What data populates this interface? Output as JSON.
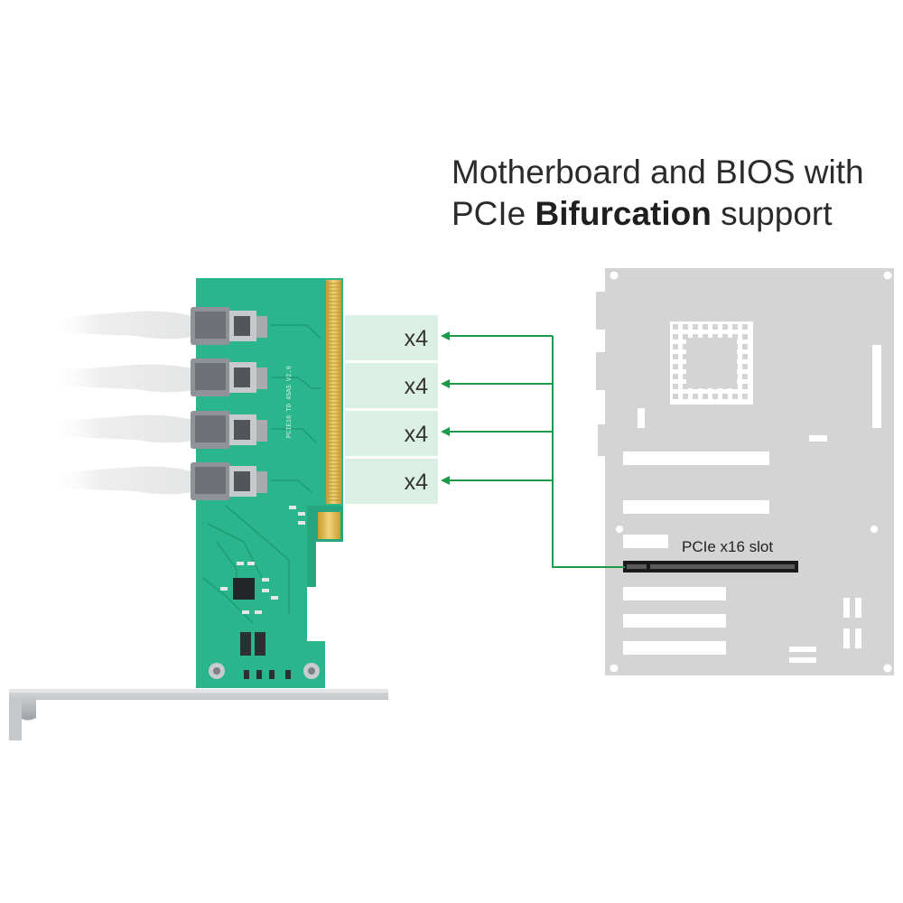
{
  "heading": {
    "line1": "Motherboard and BIOS with",
    "line2_prefix": "PCIe ",
    "line2_bold": "Bifurcation",
    "line2_suffix": " support"
  },
  "lanes": [
    {
      "label": "x4"
    },
    {
      "label": "x4"
    },
    {
      "label": "x4"
    },
    {
      "label": "x4"
    }
  ],
  "slot_label": "PCIe x16 slot",
  "pcb_silkscreen": "PCIE16 TO 4SAS V2.0",
  "colors": {
    "arrow": "#1c9a4a",
    "pcb": "#2bb58c",
    "gold_finger": "#d8b54a",
    "lane_box": "#dcefe4",
    "motherboard": "#d4d4d4",
    "bracket": "#b9bcbf",
    "cable": "#e9eaeb",
    "connector": "#8f9296"
  }
}
